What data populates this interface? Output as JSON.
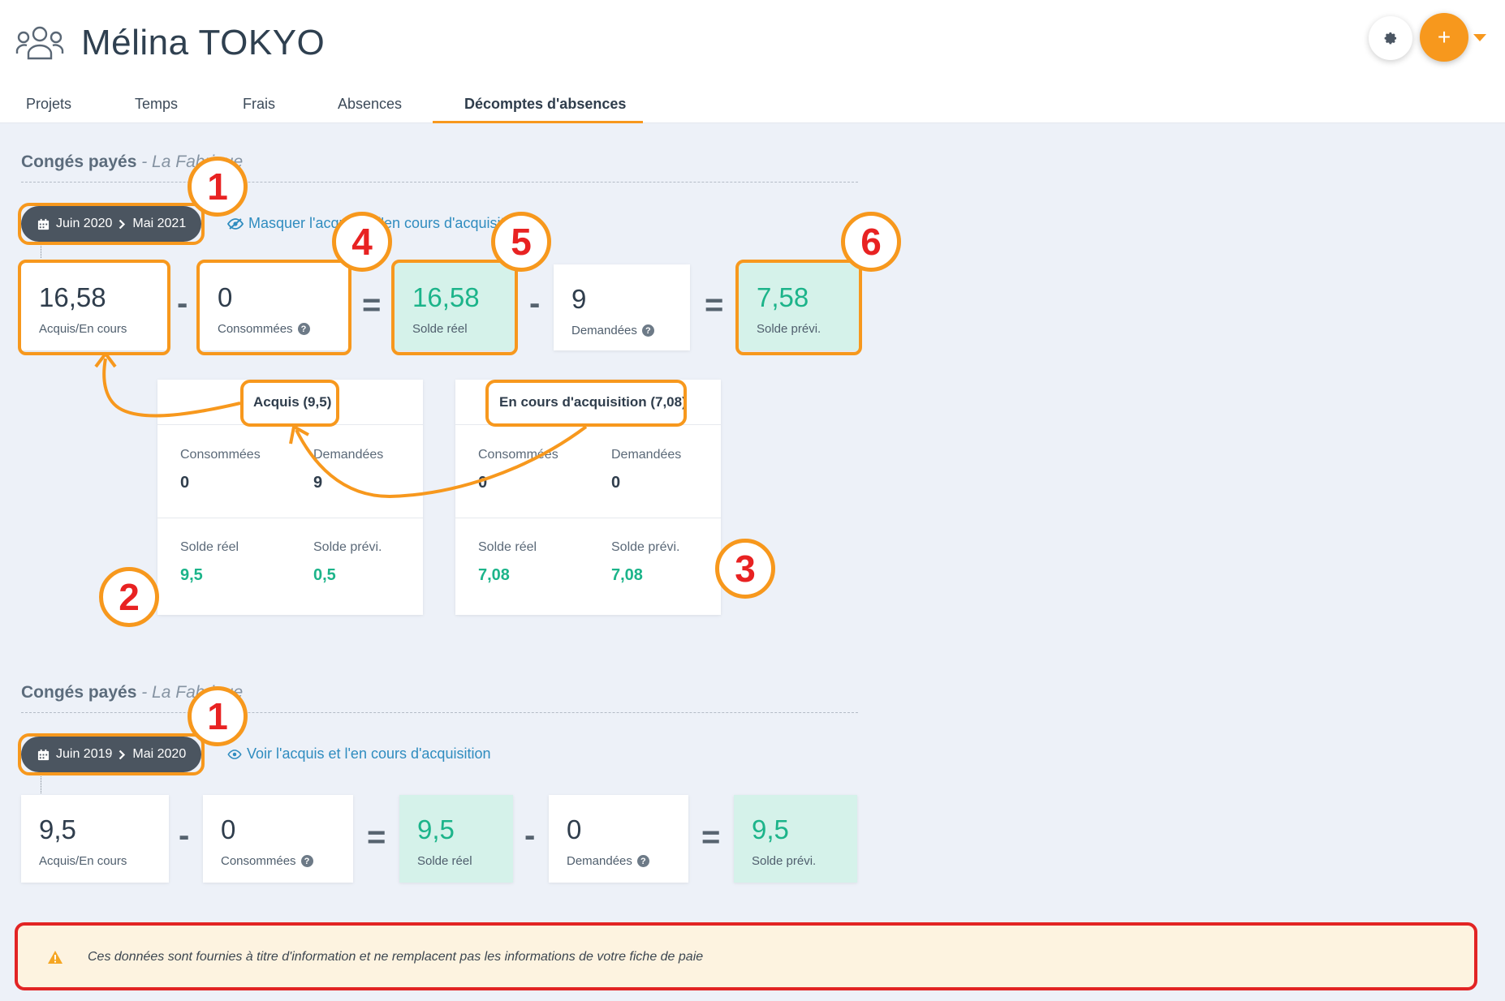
{
  "header": {
    "person_name": "Mélina TOKYO",
    "icon": "people-group-icon",
    "settings_icon": "gear-icon",
    "add_label": "+",
    "accent_color": "#f7981d"
  },
  "tabs": [
    {
      "label": "Projets",
      "active": false
    },
    {
      "label": "Temps",
      "active": false
    },
    {
      "label": "Frais",
      "active": false
    },
    {
      "label": "Absences",
      "active": false
    },
    {
      "label": "Décomptes d'absences",
      "active": true
    }
  ],
  "sections": [
    {
      "title": "Congés payés",
      "org": "- La Fabrique",
      "period": {
        "from": "Juin 2020",
        "to": "Mai 2021"
      },
      "toggle_label": "Masquer l'acquis et l'en cours d'acquisition",
      "cards": {
        "acquis": {
          "value": "16,58",
          "label": "Acquis/En cours"
        },
        "consommees": {
          "value": "0",
          "label": "Consommées"
        },
        "solde_reel": {
          "value": "16,58",
          "label": "Solde réel"
        },
        "demandees": {
          "value": "9",
          "label": "Demandées"
        },
        "solde_previ": {
          "value": "7,58",
          "label": "Solde prévi."
        }
      },
      "ops": {
        "minus": "-",
        "equals": "="
      },
      "panels": [
        {
          "title": "Acquis (9,5)",
          "consommees_label": "Consommées",
          "consommees": "0",
          "demandees_label": "Demandées",
          "demandees": "9",
          "solde_reel_label": "Solde réel",
          "solde_reel": "9,5",
          "solde_previ_label": "Solde prévi.",
          "solde_previ": "0,5"
        },
        {
          "title": "En cours d'acquisition (7,08)",
          "consommees_label": "Consommées",
          "consommees": "0",
          "demandees_label": "Demandées",
          "demandees": "0",
          "solde_reel_label": "Solde réel",
          "solde_reel": "7,08",
          "solde_previ_label": "Solde prévi.",
          "solde_previ": "7,08"
        }
      ]
    },
    {
      "title": "Congés payés",
      "org": "- La Fabrique",
      "period": {
        "from": "Juin 2019",
        "to": "Mai 2020"
      },
      "toggle_label": "Voir l'acquis et l'en cours d'acquisition",
      "cards": {
        "acquis": {
          "value": "9,5",
          "label": "Acquis/En cours"
        },
        "consommees": {
          "value": "0",
          "label": "Consommées"
        },
        "solde_reel": {
          "value": "9,5",
          "label": "Solde réel"
        },
        "demandees": {
          "value": "0",
          "label": "Demandées"
        },
        "solde_previ": {
          "value": "9,5",
          "label": "Solde prévi."
        }
      }
    }
  ],
  "annotations": [
    "1",
    "2",
    "3",
    "4",
    "5",
    "6",
    "1"
  ],
  "alert": {
    "icon": "warning-icon",
    "text": "Ces données sont fournies à titre d'information et ne remplacent pas les informations de votre fiche de paie"
  },
  "colors": {
    "green": "#1cb48a",
    "green_bg": "#d5f2ea",
    "highlight": "#f7981d",
    "annotation_text": "#e82222",
    "alert_border": "#e22424"
  }
}
